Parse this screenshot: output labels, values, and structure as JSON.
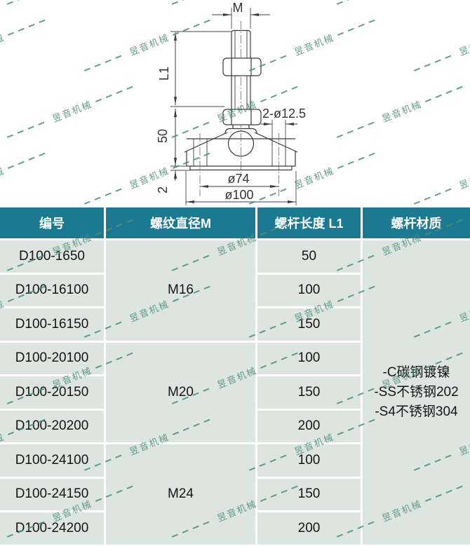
{
  "watermark": {
    "text": "昱音机械",
    "color": "#4e8b7a"
  },
  "drawing": {
    "dim_m": "M",
    "dim_l1": "L1",
    "dim_50": "50",
    "dim_2": "2",
    "dim_holes": "2-ø12.5",
    "dim_d74": "ø74",
    "dim_d100": "ø100"
  },
  "table": {
    "headers": [
      "编号",
      "螺纹直径M",
      "螺杆长度 L1",
      "螺杆材质"
    ],
    "rows": [
      {
        "part": "D100-1650",
        "l1": "50"
      },
      {
        "part": "D100-16100",
        "l1": "100"
      },
      {
        "part": "D100-16150",
        "l1": "150"
      },
      {
        "part": "D100-20100",
        "l1": "100"
      },
      {
        "part": "D100-20150",
        "l1": "150"
      },
      {
        "part": "D100-20200",
        "l1": "200"
      },
      {
        "part": "D100-24100",
        "l1": "100"
      },
      {
        "part": "D100-24150",
        "l1": "150"
      },
      {
        "part": "D100-24200",
        "l1": "200"
      }
    ],
    "threads": [
      {
        "label": "M16"
      },
      {
        "label": "M20"
      },
      {
        "label": "M24"
      }
    ],
    "materials": [
      "-C碳钢镀镍",
      "-SS不锈钢202",
      "-S4不锈钢304"
    ],
    "header_bg": "#1b7a92",
    "cell_bg": "#dde5e1"
  }
}
